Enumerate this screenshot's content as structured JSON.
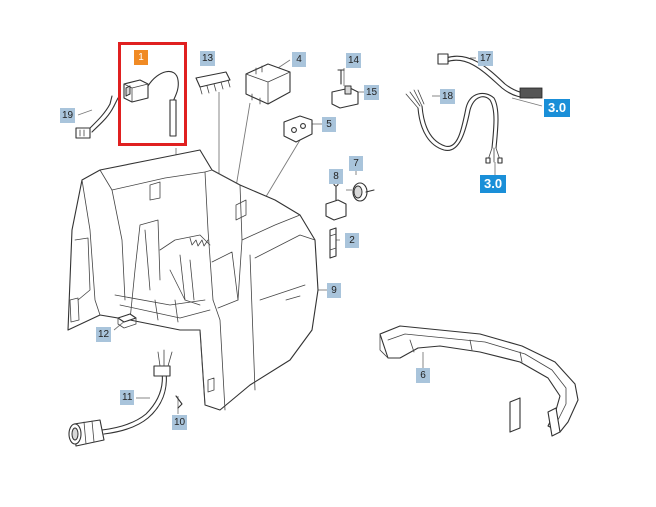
{
  "diagram": {
    "callouts": [
      {
        "id": "c1",
        "label": "1",
        "highlight": true
      },
      {
        "id": "c2",
        "label": "2"
      },
      {
        "id": "c4",
        "label": "4"
      },
      {
        "id": "c5",
        "label": "5"
      },
      {
        "id": "c6",
        "label": "6"
      },
      {
        "id": "c7",
        "label": "7"
      },
      {
        "id": "c8",
        "label": "8"
      },
      {
        "id": "c9",
        "label": "9"
      },
      {
        "id": "c10",
        "label": "10"
      },
      {
        "id": "c11",
        "label": "11"
      },
      {
        "id": "c12",
        "label": "12"
      },
      {
        "id": "c13",
        "label": "13"
      },
      {
        "id": "c14",
        "label": "14"
      },
      {
        "id": "c15",
        "label": "15"
      },
      {
        "id": "c17",
        "label": "17"
      },
      {
        "id": "c18",
        "label": "18"
      },
      {
        "id": "c19",
        "label": "19"
      }
    ],
    "references": [
      {
        "id": "r1",
        "label": "3.0"
      },
      {
        "id": "r2",
        "label": "3.0"
      }
    ],
    "colors": {
      "callout": "#a9c4db",
      "highlight_callout": "#f08a24",
      "reference_badge": "#1a8fd8",
      "highlight_frame": "#e02020"
    }
  }
}
